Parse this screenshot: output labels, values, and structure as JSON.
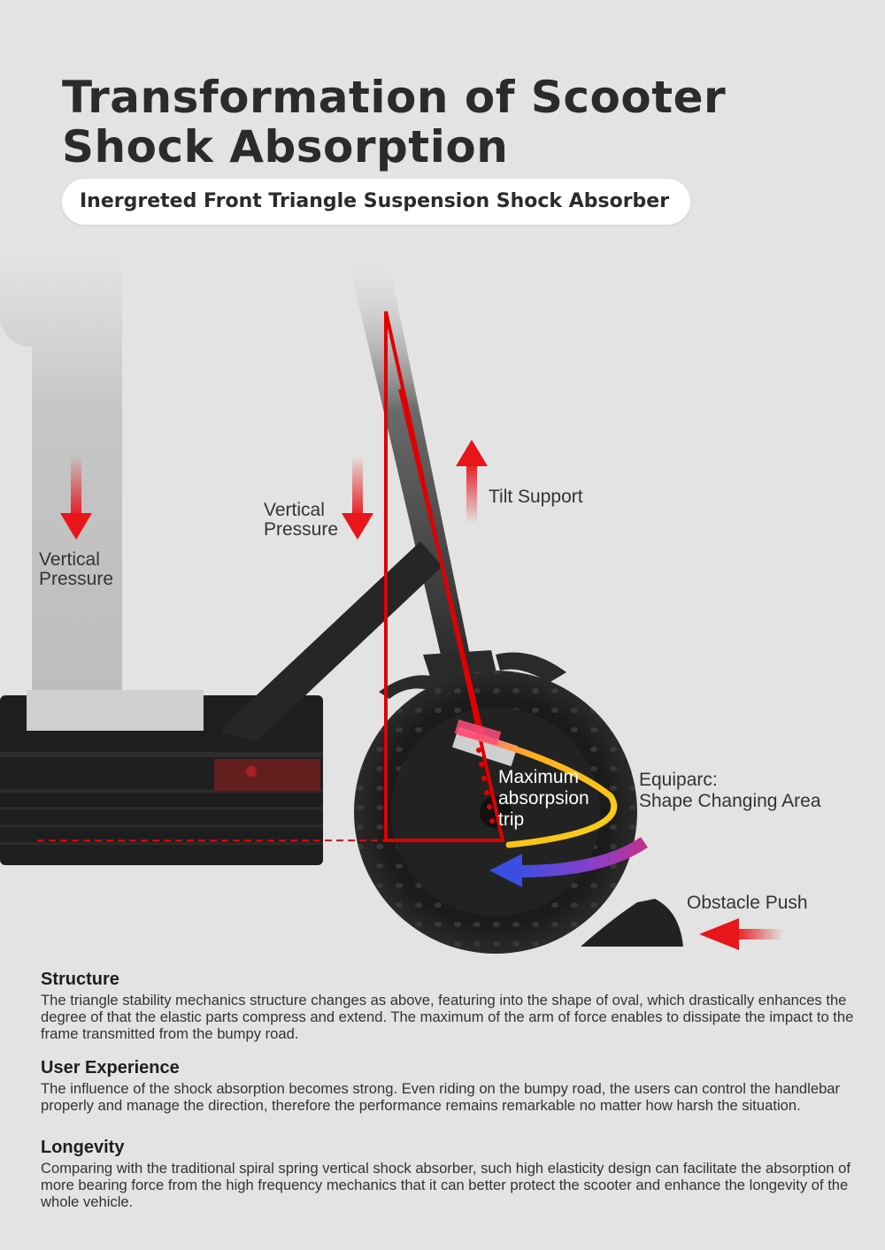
{
  "header": {
    "title_line1": "Transformation of Scooter",
    "title_line2": "Shock Absorption",
    "subtitle": "Inergreted Front Triangle Suspension Shock Absorber"
  },
  "diagram": {
    "label_vertical_pressure_left": [
      "Vertical",
      "Pressure"
    ],
    "label_vertical_pressure_mid": [
      "Vertical",
      "Pressure"
    ],
    "label_tilt_support": "Tilt Support",
    "label_maximum_trip": [
      "Maximum",
      "absorpsion",
      "trip"
    ],
    "label_equiparc": [
      "Equiparc:",
      "Shape Changing Area"
    ],
    "label_obstacle_push": "Obstacle Push",
    "colors": {
      "arrow_red": "#e8151b",
      "triangle_red": "#e00000",
      "arc_yellow": "#f5c518",
      "arc_purple": "#7a3fc4",
      "arrow_blue": "#3a4fe0",
      "frame_black": "#1e1e1e"
    }
  },
  "sections": [
    {
      "heading": "Structure",
      "body": "The triangle stability mechanics structure changes as above, featuring into the shape of oval, which drastically enhances the degree of that the elastic parts compress and extend. The maximum of the arm of force enables to dissipate the impact to the frame transmitted from the bumpy road."
    },
    {
      "heading": "User Experience",
      "body": "The influence of the shock absorption becomes strong. Even riding on the bumpy road, the users can control the handlebar properly and manage the direction, therefore the performance remains remarkable no matter how harsh the situation."
    },
    {
      "heading": "Longevity",
      "body": "Comparing with the traditional spiral spring vertical shock absorber, such high elasticity design can facilitate the absorption of more bearing force from the high frequency mechanics that it can better protect the scooter and enhance the longevity of the whole vehicle."
    }
  ]
}
